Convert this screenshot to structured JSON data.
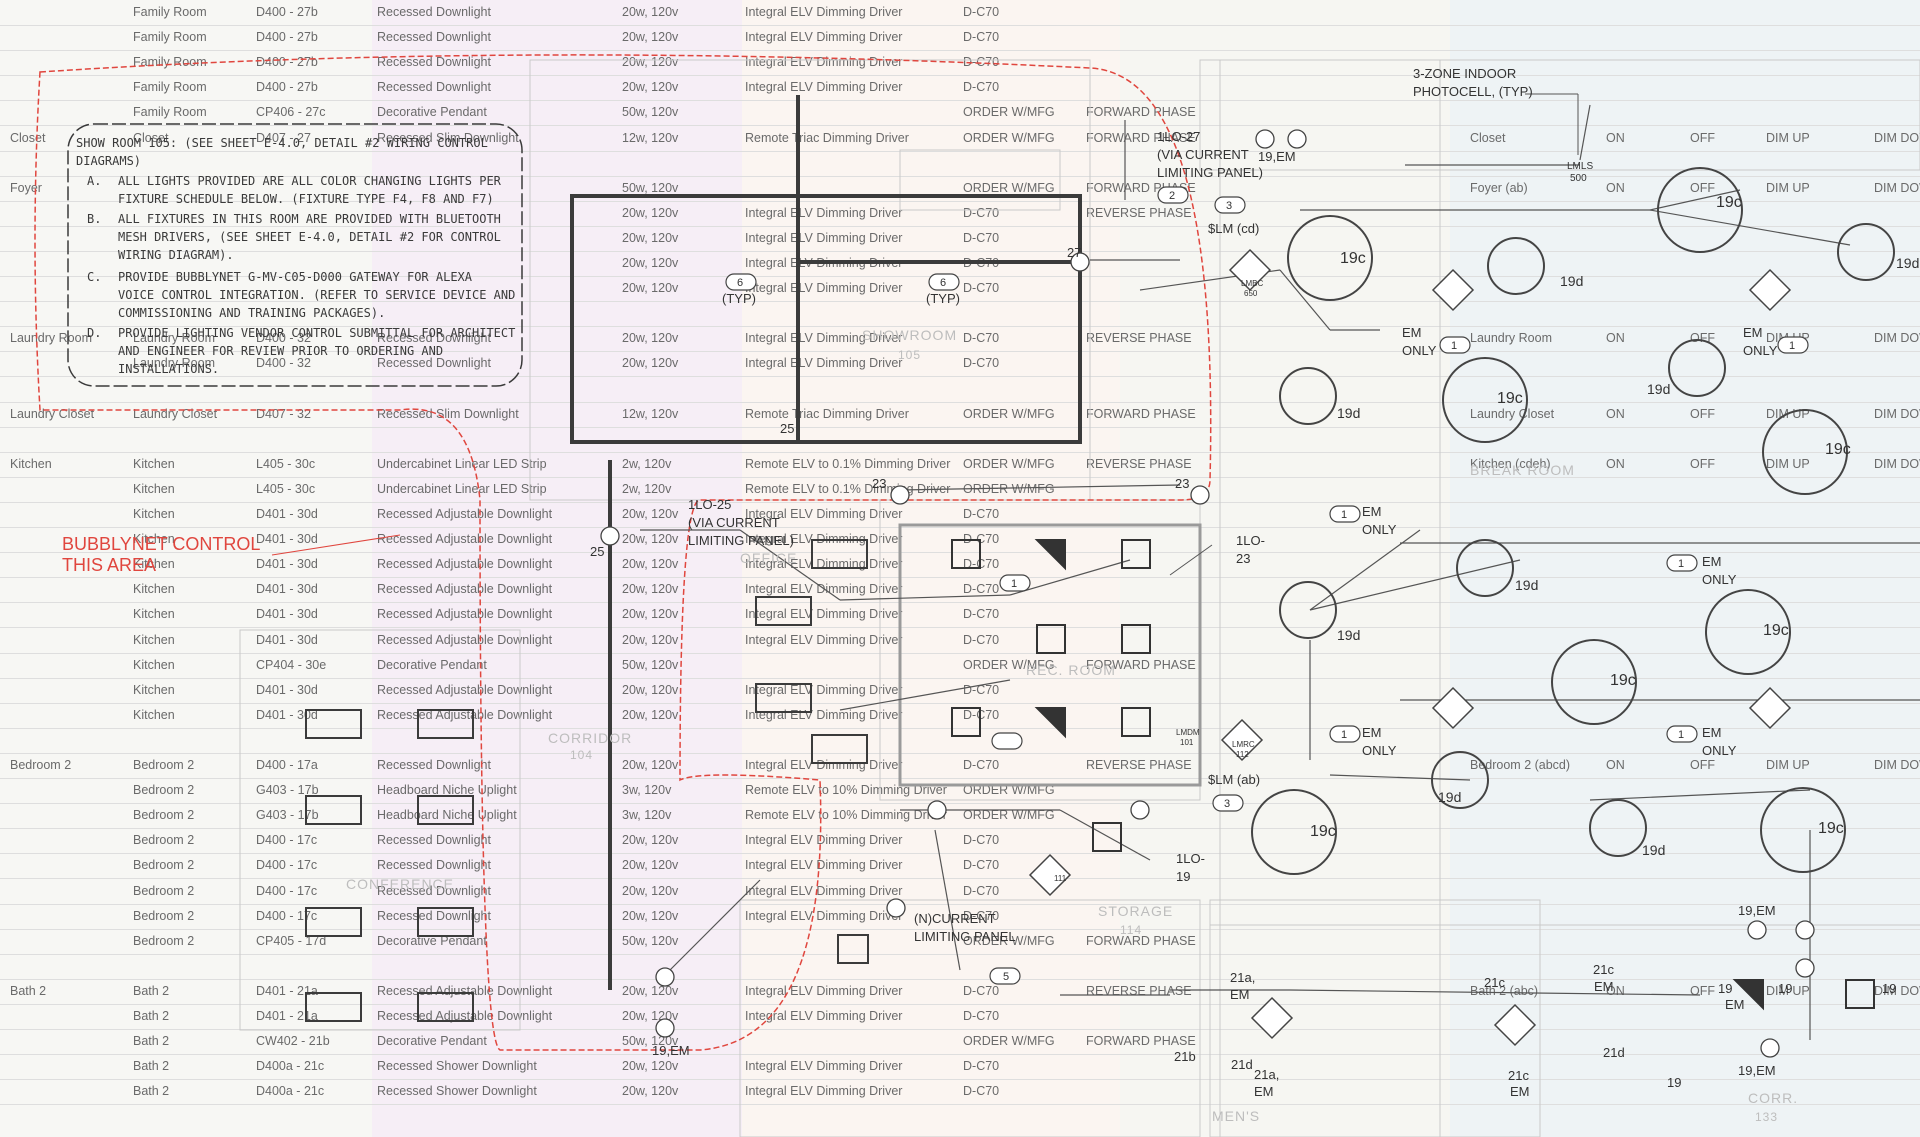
{
  "schedule_rows": [
    {
      "space": "",
      "room": "Family Room",
      "type": "D400 - 27b",
      "desc": "Recessed Downlight",
      "load": "20w, 120v",
      "driver": "Integral ELV Dimming Driver",
      "control": "D-C70",
      "mode": "",
      "c1": "",
      "c2": "",
      "c3": "",
      "c4": "",
      "c5": ""
    },
    {
      "space": "",
      "room": "Family Room",
      "type": "D400 - 27b",
      "desc": "Recessed Downlight",
      "load": "20w, 120v",
      "driver": "Integral ELV Dimming Driver",
      "control": "D-C70",
      "mode": "",
      "c1": "",
      "c2": "",
      "c3": "",
      "c4": "",
      "c5": ""
    },
    {
      "space": "",
      "room": "Family Room",
      "type": "D400 - 27b",
      "desc": "Recessed Downlight",
      "load": "20w, 120v",
      "driver": "Integral ELV Dimming Driver",
      "control": "D-C70",
      "mode": "",
      "c1": "",
      "c2": "",
      "c3": "",
      "c4": "",
      "c5": ""
    },
    {
      "space": "",
      "room": "Family Room",
      "type": "D400 - 27b",
      "desc": "Recessed Downlight",
      "load": "20w, 120v",
      "driver": "Integral ELV Dimming Driver",
      "control": "D-C70",
      "mode": "",
      "c1": "",
      "c2": "",
      "c3": "",
      "c4": "",
      "c5": ""
    },
    {
      "space": "",
      "room": "Family Room",
      "type": "CP406 - 27c",
      "desc": "Decorative Pendant",
      "load": "50w, 120v",
      "driver": "",
      "control": "ORDER W/MFG",
      "mode": "FORWARD PHASE",
      "c1": "",
      "c2": "",
      "c3": "",
      "c4": "",
      "c5": ""
    },
    {
      "space": "Closet",
      "room": "Closet",
      "type": "D407 - 27",
      "desc": "Recessed Slim Downlight",
      "load": "12w, 120v",
      "driver": "Remote Triac Dimming Driver",
      "control": "ORDER W/MFG",
      "mode": "FORWARD PHASE",
      "c1": "Closet",
      "c2": "ON",
      "c3": "OFF",
      "c4": "DIM UP",
      "c5": "DIM DOWN"
    },
    {
      "space": "",
      "room": "",
      "type": "",
      "desc": "",
      "load": "",
      "driver": "",
      "control": "",
      "mode": "",
      "c1": "",
      "c2": "",
      "c3": "",
      "c4": "",
      "c5": ""
    },
    {
      "space": "Foyer",
      "room": "",
      "type": "",
      "desc": "",
      "load": "50w, 120v",
      "driver": "",
      "control": "ORDER W/MFG",
      "mode": "FORWARD PHASE",
      "c1": "Foyer (ab)",
      "c2": "ON",
      "c3": "OFF",
      "c4": "DIM UP",
      "c5": "DIM DOWN"
    },
    {
      "space": "",
      "room": "",
      "type": "",
      "desc": "",
      "load": "20w, 120v",
      "driver": "Integral ELV Dimming Driver",
      "control": "D-C70",
      "mode": "REVERSE PHASE",
      "c1": "",
      "c2": "",
      "c3": "",
      "c4": "",
      "c5": ""
    },
    {
      "space": "",
      "room": "",
      "type": "",
      "desc": "",
      "load": "20w, 120v",
      "driver": "Integral ELV Dimming Driver",
      "control": "D-C70",
      "mode": "",
      "c1": "",
      "c2": "",
      "c3": "",
      "c4": "",
      "c5": ""
    },
    {
      "space": "",
      "room": "",
      "type": "",
      "desc": "",
      "load": "20w, 120v",
      "driver": "Integral ELV Dimming Driver",
      "control": "D-C70",
      "mode": "",
      "c1": "",
      "c2": "",
      "c3": "",
      "c4": "",
      "c5": ""
    },
    {
      "space": "",
      "room": "",
      "type": "",
      "desc": "",
      "load": "20w, 120v",
      "driver": "Integral ELV Dimming Driver",
      "control": "D-C70",
      "mode": "",
      "c1": "",
      "c2": "",
      "c3": "",
      "c4": "",
      "c5": ""
    },
    {
      "space": "",
      "room": "",
      "type": "",
      "desc": "",
      "load": "",
      "driver": "",
      "control": "",
      "mode": "",
      "c1": "",
      "c2": "",
      "c3": "",
      "c4": "",
      "c5": ""
    },
    {
      "space": "Laundry Room",
      "room": "Laundry Room",
      "type": "D400 - 32",
      "desc": "Recessed Downlight",
      "load": "20w, 120v",
      "driver": "Integral ELV Dimming Driver",
      "control": "D-C70",
      "mode": "REVERSE PHASE",
      "c1": "Laundry Room",
      "c2": "ON",
      "c3": "OFF",
      "c4": "DIM UP",
      "c5": "DIM DOWN"
    },
    {
      "space": "",
      "room": "Laundry Room",
      "type": "D400 - 32",
      "desc": "Recessed Downlight",
      "load": "20w, 120v",
      "driver": "Integral ELV Dimming Driver",
      "control": "D-C70",
      "mode": "",
      "c1": "",
      "c2": "",
      "c3": "",
      "c4": "",
      "c5": ""
    },
    {
      "space": "",
      "room": "",
      "type": "",
      "desc": "",
      "load": "",
      "driver": "",
      "control": "",
      "mode": "",
      "c1": "",
      "c2": "",
      "c3": "",
      "c4": "",
      "c5": ""
    },
    {
      "space": "Laundry Closet",
      "room": "Laundry Closet",
      "type": "D407 - 32",
      "desc": "Recessed Slim Downlight",
      "load": "12w, 120v",
      "driver": "Remote Triac Dimming Driver",
      "control": "ORDER W/MFG",
      "mode": "FORWARD PHASE",
      "c1": "Laundry Closet",
      "c2": "ON",
      "c3": "OFF",
      "c4": "DIM UP",
      "c5": "DIM DOWN"
    },
    {
      "space": "",
      "room": "",
      "type": "",
      "desc": "",
      "load": "",
      "driver": "",
      "control": "",
      "mode": "",
      "c1": "",
      "c2": "",
      "c3": "",
      "c4": "",
      "c5": ""
    },
    {
      "space": "Kitchen",
      "room": "Kitchen",
      "type": "L405 - 30c",
      "desc": "Undercabinet Linear LED Strip",
      "load": "2w, 120v",
      "driver": "Remote ELV to 0.1% Dimming Driver",
      "control": "ORDER W/MFG",
      "mode": "REVERSE PHASE",
      "c1": "Kitchen (cdeh)",
      "c2": "ON",
      "c3": "OFF",
      "c4": "DIM UP",
      "c5": "DIM DOWN"
    },
    {
      "space": "",
      "room": "Kitchen",
      "type": "L405 - 30c",
      "desc": "Undercabinet Linear LED Strip",
      "load": "2w, 120v",
      "driver": "Remote ELV to 0.1% Dimming Driver",
      "control": "ORDER W/MFG",
      "mode": "",
      "c1": "",
      "c2": "",
      "c3": "",
      "c4": "",
      "c5": ""
    },
    {
      "space": "",
      "room": "Kitchen",
      "type": "D401 - 30d",
      "desc": "Recessed Adjustable Downlight",
      "load": "20w, 120v",
      "driver": "Integral ELV Dimming Driver",
      "control": "D-C70",
      "mode": "",
      "c1": "",
      "c2": "",
      "c3": "",
      "c4": "",
      "c5": ""
    },
    {
      "space": "",
      "room": "Kitchen",
      "type": "D401 - 30d",
      "desc": "Recessed Adjustable Downlight",
      "load": "20w, 120v",
      "driver": "Integral ELV Dimming Driver",
      "control": "D-C70",
      "mode": "",
      "c1": "",
      "c2": "",
      "c3": "",
      "c4": "",
      "c5": ""
    },
    {
      "space": "",
      "room": "Kitchen",
      "type": "D401 - 30d",
      "desc": "Recessed Adjustable Downlight",
      "load": "20w, 120v",
      "driver": "Integral ELV Dimming Driver",
      "control": "D-C70",
      "mode": "",
      "c1": "",
      "c2": "",
      "c3": "",
      "c4": "",
      "c5": ""
    },
    {
      "space": "",
      "room": "Kitchen",
      "type": "D401 - 30d",
      "desc": "Recessed Adjustable Downlight",
      "load": "20w, 120v",
      "driver": "Integral ELV Dimming Driver",
      "control": "D-C70",
      "mode": "",
      "c1": "",
      "c2": "",
      "c3": "",
      "c4": "",
      "c5": ""
    },
    {
      "space": "",
      "room": "Kitchen",
      "type": "D401 - 30d",
      "desc": "Recessed Adjustable Downlight",
      "load": "20w, 120v",
      "driver": "Integral ELV Dimming Driver",
      "control": "D-C70",
      "mode": "",
      "c1": "",
      "c2": "",
      "c3": "",
      "c4": "",
      "c5": ""
    },
    {
      "space": "",
      "room": "Kitchen",
      "type": "D401 - 30d",
      "desc": "Recessed Adjustable Downlight",
      "load": "20w, 120v",
      "driver": "Integral ELV Dimming Driver",
      "control": "D-C70",
      "mode": "",
      "c1": "",
      "c2": "",
      "c3": "",
      "c4": "",
      "c5": ""
    },
    {
      "space": "",
      "room": "Kitchen",
      "type": "CP404 - 30e",
      "desc": "Decorative Pendant",
      "load": "50w, 120v",
      "driver": "",
      "control": "ORDER W/MFG",
      "mode": "FORWARD PHASE",
      "c1": "",
      "c2": "",
      "c3": "",
      "c4": "",
      "c5": ""
    },
    {
      "space": "",
      "room": "Kitchen",
      "type": "D401 - 30d",
      "desc": "Recessed Adjustable Downlight",
      "load": "20w, 120v",
      "driver": "Integral ELV Dimming Driver",
      "control": "D-C70",
      "mode": "",
      "c1": "",
      "c2": "",
      "c3": "",
      "c4": "",
      "c5": ""
    },
    {
      "space": "",
      "room": "Kitchen",
      "type": "D401 - 30d",
      "desc": "Recessed Adjustable Downlight",
      "load": "20w, 120v",
      "driver": "Integral ELV Dimming Driver",
      "control": "D-C70",
      "mode": "",
      "c1": "",
      "c2": "",
      "c3": "",
      "c4": "",
      "c5": ""
    },
    {
      "space": "",
      "room": "",
      "type": "",
      "desc": "",
      "load": "",
      "driver": "",
      "control": "",
      "mode": "",
      "c1": "",
      "c2": "",
      "c3": "",
      "c4": "",
      "c5": ""
    },
    {
      "space": "Bedroom 2",
      "room": "Bedroom 2",
      "type": "D400 - 17a",
      "desc": "Recessed Downlight",
      "load": "20w, 120v",
      "driver": "Integral ELV Dimming Driver",
      "control": "D-C70",
      "mode": "REVERSE PHASE",
      "c1": "Bedroom 2 (abcd)",
      "c2": "ON",
      "c3": "OFF",
      "c4": "DIM UP",
      "c5": "DIM DOWN"
    },
    {
      "space": "",
      "room": "Bedroom 2",
      "type": "G403 - 17b",
      "desc": "Headboard Niche Uplight",
      "load": "3w, 120v",
      "driver": "Remote ELV to 10% Dimming Driver",
      "control": "ORDER W/MFG",
      "mode": "",
      "c1": "",
      "c2": "",
      "c3": "",
      "c4": "",
      "c5": ""
    },
    {
      "space": "",
      "room": "Bedroom 2",
      "type": "G403 - 17b",
      "desc": "Headboard Niche Uplight",
      "load": "3w, 120v",
      "driver": "Remote ELV to 10% Dimming Driver",
      "control": "ORDER W/MFG",
      "mode": "",
      "c1": "",
      "c2": "",
      "c3": "",
      "c4": "",
      "c5": ""
    },
    {
      "space": "",
      "room": "Bedroom 2",
      "type": "D400 - 17c",
      "desc": "Recessed Downlight",
      "load": "20w, 120v",
      "driver": "Integral ELV Dimming Driver",
      "control": "D-C70",
      "mode": "",
      "c1": "",
      "c2": "",
      "c3": "",
      "c4": "",
      "c5": ""
    },
    {
      "space": "",
      "room": "Bedroom 2",
      "type": "D400 - 17c",
      "desc": "Recessed Downlight",
      "load": "20w, 120v",
      "driver": "Integral ELV Dimming Driver",
      "control": "D-C70",
      "mode": "",
      "c1": "",
      "c2": "",
      "c3": "",
      "c4": "",
      "c5": ""
    },
    {
      "space": "",
      "room": "Bedroom 2",
      "type": "D400 - 17c",
      "desc": "Recessed Downlight",
      "load": "20w, 120v",
      "driver": "Integral ELV Dimming Driver",
      "control": "D-C70",
      "mode": "",
      "c1": "",
      "c2": "",
      "c3": "",
      "c4": "",
      "c5": ""
    },
    {
      "space": "",
      "room": "Bedroom 2",
      "type": "D400 - 17c",
      "desc": "Recessed Downlight",
      "load": "20w, 120v",
      "driver": "Integral ELV Dimming Driver",
      "control": "D-C70",
      "mode": "",
      "c1": "",
      "c2": "",
      "c3": "",
      "c4": "",
      "c5": ""
    },
    {
      "space": "",
      "room": "Bedroom 2",
      "type": "CP405 - 17d",
      "desc": "Decorative Pendant",
      "load": "50w, 120v",
      "driver": "",
      "control": "ORDER W/MFG",
      "mode": "FORWARD PHASE",
      "c1": "",
      "c2": "",
      "c3": "",
      "c4": "",
      "c5": ""
    },
    {
      "space": "",
      "room": "",
      "type": "",
      "desc": "",
      "load": "",
      "driver": "",
      "control": "",
      "mode": "",
      "c1": "",
      "c2": "",
      "c3": "",
      "c4": "",
      "c5": ""
    },
    {
      "space": "Bath 2",
      "room": "Bath 2",
      "type": "D401 - 21a",
      "desc": "Recessed Adjustable Downlight",
      "load": "20w, 120v",
      "driver": "Integral ELV Dimming Driver",
      "control": "D-C70",
      "mode": "REVERSE PHASE",
      "c1": "Bath 2 (abc)",
      "c2": "ON",
      "c3": "OFF",
      "c4": "DIM UP",
      "c5": "DIM DOWN"
    },
    {
      "space": "",
      "room": "Bath 2",
      "type": "D401 - 21a",
      "desc": "Recessed Adjustable Downlight",
      "load": "20w, 120v",
      "driver": "Integral ELV Dimming Driver",
      "control": "D-C70",
      "mode": "",
      "c1": "",
      "c2": "",
      "c3": "",
      "c4": "",
      "c5": ""
    },
    {
      "space": "",
      "room": "Bath 2",
      "type": "CW402 - 21b",
      "desc": "Decorative Pendant",
      "load": "50w, 120v",
      "driver": "",
      "control": "ORDER W/MFG",
      "mode": "FORWARD PHASE",
      "c1": "",
      "c2": "",
      "c3": "",
      "c4": "",
      "c5": ""
    },
    {
      "space": "",
      "room": "Bath 2",
      "type": "D400a - 21c",
      "desc": "Recessed Shower Downlight",
      "load": "20w, 120v",
      "driver": "Integral ELV Dimming Driver",
      "control": "D-C70",
      "mode": "",
      "c1": "",
      "c2": "",
      "c3": "",
      "c4": "",
      "c5": ""
    },
    {
      "space": "",
      "room": "Bath 2",
      "type": "D400a - 21c",
      "desc": "Recessed Shower Downlight",
      "load": "20w, 120v",
      "driver": "Integral ELV Dimming Driver",
      "control": "D-C70",
      "mode": "",
      "c1": "",
      "c2": "",
      "c3": "",
      "c4": "",
      "c5": ""
    }
  ],
  "note": {
    "title": "SHOW ROOM 105: (SEE SHEET E-4.0, DETAIL #2 WIRING CONTROL",
    "title2": "DIAGRAMS)",
    "items": [
      {
        "letter": "A.",
        "line1": "ALL LIGHTS PROVIDED ARE ALL COLOR CHANGING LIGHTS PER",
        "line2": "FIXTURE SCHEDULE BELOW. (FIXTURE TYPE F4, F8 AND F7)"
      },
      {
        "letter": "B.",
        "line1": "ALL FIXTURES IN THIS ROOM ARE PROVIDED WITH BLUETOOTH",
        "line2": "MESH DRIVERS, (SEE SHEET E-4.0, DETAIL #2 FOR CONTROL",
        "line3": "WIRING DIAGRAM)."
      },
      {
        "letter": "C.",
        "line1": "PROVIDE BUBBLYNET G-MV-C05-D000 GATEWAY FOR ALEXA",
        "line2": "VOICE CONTROL INTEGRATION. (REFER TO SERVICE DEVICE AND",
        "line3": "COMMISSIONING AND TRAINING PACKAGES)."
      },
      {
        "letter": "D.",
        "line1": "PROVIDE LIGHTING VENDOR CONTROL SUBMITTAL FOR ARCHITECT",
        "line2": "AND ENGINEER FOR REVIEW PRIOR TO ORDERING AND",
        "line3": "INSTALLATIONS."
      }
    ]
  },
  "red_callout": {
    "line1": "BUBBLYNET CONTROL",
    "line2": "THIS AREA"
  },
  "photocell_note": {
    "line1": "3-ZONE INDOOR",
    "line2": "PHOTOCELL, (TYP)"
  },
  "rooms": {
    "showroom": "SHOWROOM",
    "showroom_no": "105",
    "rec_room": "REC. ROOM",
    "break_room": "BREAK ROOM",
    "storage": "STORAGE",
    "storage_no": "114",
    "corridor": "CORRIDOR",
    "corridor_no": "104",
    "conference": "CONFERENCE",
    "office": "OFFICE",
    "mens": "MEN'S",
    "corr": "CORR.",
    "corr_no": "133"
  },
  "labels": {
    "lo27": "1LO-27",
    "lo27_sub1": "(VIA CURRENT",
    "lo27_sub2": "LIMITING PANEL)",
    "lo25": "1LO-25",
    "lo25_sub1": "(VIA CURRENT",
    "lo25_sub2": "LIMITING PANEL)",
    "lo23": "1LO-",
    "lo23_b": "23",
    "lo19": "1LO-",
    "lo19_b": "19",
    "current_panel1": "(N)CURRENT",
    "current_panel2": "LIMITING PANEL",
    "slm_cd": "$LM (cd)",
    "slm_ab": "$LM (ab)",
    "lmls": "LMLS",
    "lmls_no": "500",
    "em_only": "EM",
    "only": "ONLY",
    "c19em": "19,EM",
    "c19": "19",
    "c19c": "19c",
    "c19d": "19d",
    "c21c": "21c",
    "c21a_em": "21a,",
    "em": "EM",
    "c21d": "21d",
    "c21b": "21b",
    "c21": "21",
    "c25": "25",
    "c27": "27",
    "c23": "23",
    "typ6": "(TYP)",
    "n6": "6",
    "n2": "2",
    "n3": "3",
    "n1": "1",
    "n5": "5",
    "lmbc": "LMBC",
    "lmbc_no": "650",
    "lmrc": "LMRC",
    "lmrc_no": "112",
    "lmrc111": "111",
    "lmdm": "LMDM",
    "lmdm_no": "101"
  },
  "colors": {
    "cloud_red": "#e0463e",
    "ink": "#3a3a3a",
    "sched_text": "#6a6a6a",
    "band_pink": "#f6eef6",
    "band_blue": "#eef3f5"
  }
}
